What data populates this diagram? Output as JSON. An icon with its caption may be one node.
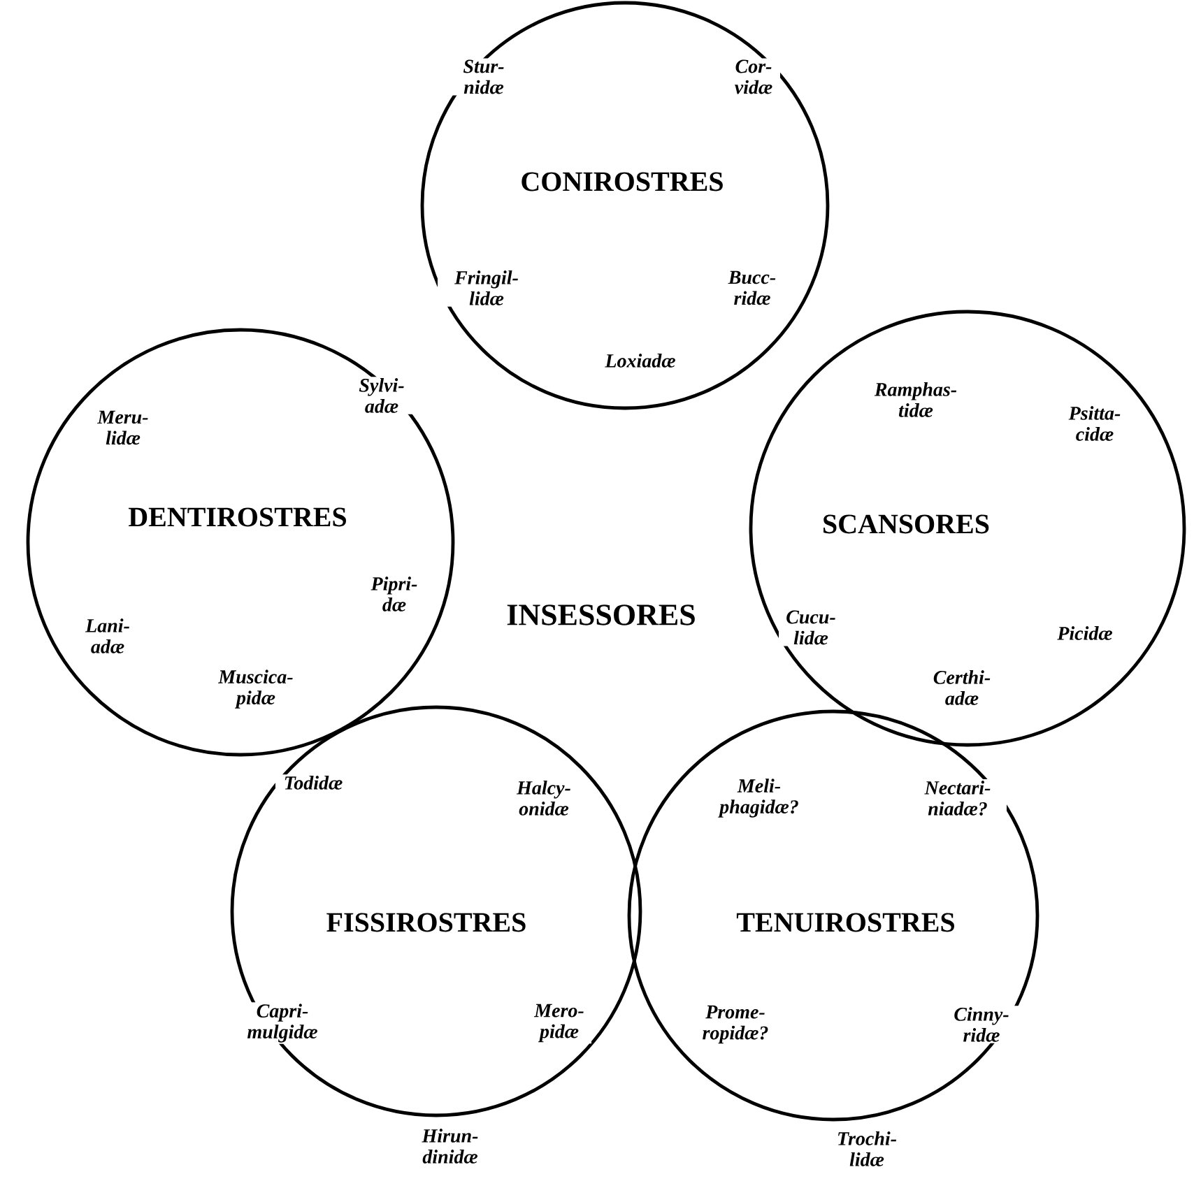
{
  "diagram": {
    "nodes": [
      {
        "text": [
          "CONIROSTRES",
          "Stur- nidæ",
          "Cor- vidæ",
          "Fringil- lidæ",
          "Bucc- ridæ",
          "Loxiadæ"
        ]
      },
      {
        "text": [
          "DENTIROSTRES",
          "Meru- lidæ",
          "Sylvi- adæ",
          "Pipri- dæ",
          "Lani- adæ",
          "Muscica- pidæ"
        ]
      },
      {
        "text": [
          "SCANSORES",
          "Ramphas- tidæ",
          "Psitta- cidæ",
          "Cucu- lidæ",
          "Picidæ",
          "Certhi- adæ"
        ]
      },
      {
        "text": [
          "FISSIROSTRES",
          "Todidæ",
          "Halcy- onidæ",
          "Capri- mulgidæ",
          "Mero- pidæ",
          "Hirun- dinidæ"
        ]
      },
      {
        "text": [
          "TENUIROSTRES",
          "Meli- phagidæ?",
          "Nectari- niadæ?",
          "Prome- ropidæ?",
          "Cinny- ridæ",
          "Trochi- lidæ"
        ]
      }
    ],
    "labels": [
      "INSESSORES"
    ]
  }
}
